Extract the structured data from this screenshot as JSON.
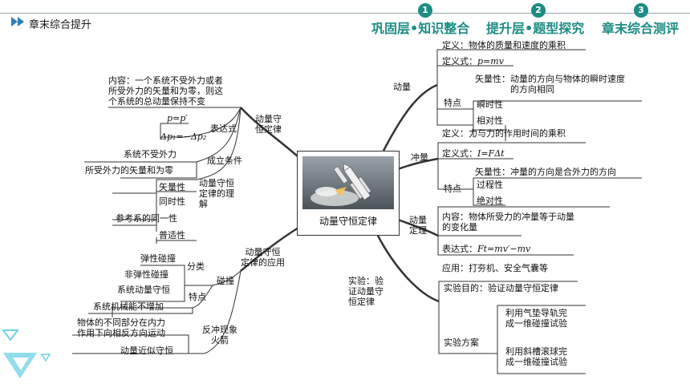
{
  "header": {
    "title": "章末综合提升",
    "tabs": [
      {
        "num": "1",
        "label": "巩固层•知识整合"
      },
      {
        "num": "2",
        "label": "提升层•题型探究"
      },
      {
        "num": "3",
        "label": "章末综合测评"
      }
    ],
    "accent": "#1c8c84",
    "line_color": "#8fa1b3"
  },
  "mindmap": {
    "center": "动量守恒定律",
    "left": {
      "conservation": {
        "label": "动量守\n恒定律",
        "content": "内容：一个系统不受外力或者\n所受外力的矢量和为零，则这\n个系统的总动量保持不变",
        "expression_label": "表达式",
        "expressions": [
          "p=p′",
          "Δp₁=−Δp₂"
        ],
        "conditions_label": "成立条件",
        "conditions": [
          "系统不受外力",
          "所受外力的矢量和为零"
        ],
        "understanding_label": "动量守恒\n定律的理\n解",
        "understanding": [
          "矢量性",
          "同时性",
          "参考系的同一性",
          "普适性"
        ]
      },
      "application": {
        "label": "动量守恒\n定律的应用",
        "collision_label": "碰撞",
        "classification_label": "分类",
        "classification": [
          "弹性碰撞",
          "非弹性碰撞"
        ],
        "features_label": "特点",
        "features": [
          "系统动量守恒",
          "系统机械能不增加"
        ],
        "recoil_label": "反冲现象\n火箭",
        "recoil": [
          "物体的不同部分在内力\n作用下向相反方向运动",
          "动量近似守恒"
        ]
      }
    },
    "right": {
      "momentum": {
        "label": "动量",
        "definition": "定义：物体的质量和速度的乘积",
        "formula_prefix": "定义式：",
        "formula": "p=mv",
        "features_label": "特点",
        "vector": "矢量性：",
        "vector_desc": "动量的方向与物体的瞬时速度\n的方向相同",
        "properties": [
          "瞬时性",
          "相对性"
        ]
      },
      "impulse": {
        "label": "冲量",
        "definition": "定义：力与力的作用时间的乘积",
        "formula_prefix": "定义式：",
        "formula": "I=FΔt",
        "features_label": "特点",
        "vector": "矢量性：冲量的方向是合外力的方向",
        "properties": [
          "过程性",
          "绝对性"
        ]
      },
      "theorem": {
        "label": "动量\n定理",
        "content": "内容：物体所受力的冲量等于动量\n的变化量",
        "formula_prefix": "表达式：",
        "formula": "Ft=mv′−mv",
        "application": "应用：打夯机、安全气囊等"
      },
      "experiment": {
        "label": "实验：验\n证动量守\n恒定律",
        "purpose": "实验目的：验证动量守恒定律",
        "plan_label": "实验方案",
        "plans": [
          "利用气垫导轨完\n成一维碰撞试验",
          "利用斜槽滚球完\n成一维碰撞试验"
        ]
      }
    }
  }
}
